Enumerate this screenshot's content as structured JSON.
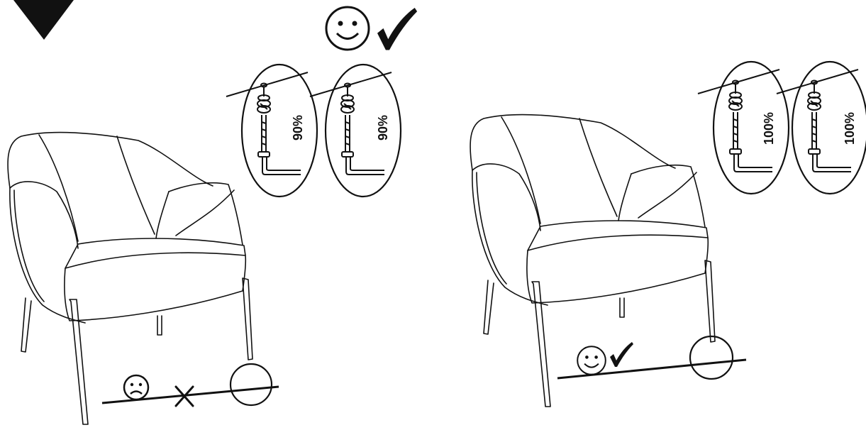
{
  "steps": {
    "left": {
      "bolt_tightness": [
        "90%",
        "90%"
      ],
      "result": "incorrect",
      "result_icons": [
        "sad-face-icon",
        "cross-icon"
      ]
    },
    "right": {
      "bolt_tightness": [
        "100%",
        "100%"
      ],
      "result": "correct",
      "result_icons": [
        "smiley-face-icon",
        "check-icon"
      ]
    }
  },
  "header_icons": [
    "triangle-marker-icon",
    "smiley-face-icon",
    "check-icon"
  ],
  "colors": {
    "ink": "#111111",
    "paper": "#ffffff"
  }
}
